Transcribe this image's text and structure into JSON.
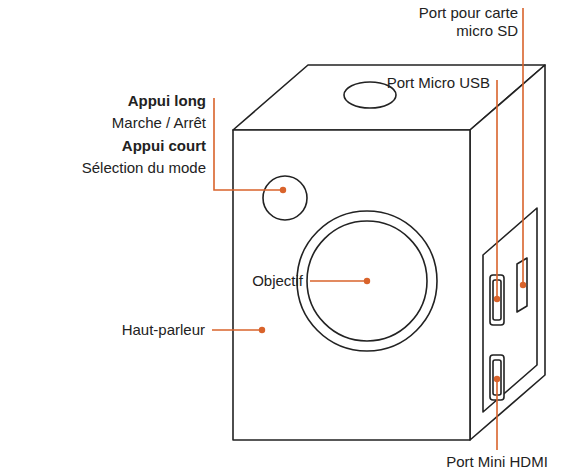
{
  "diagram": {
    "labels": [
      "Port pour carte micro SD",
      "Port Micro USB",
      "Appui long",
      "Marche / Arrêt",
      "Appui court",
      "Sélection du mode",
      "Objectif",
      "Haut-parleur",
      "Port Mini HDMI"
    ]
  }
}
